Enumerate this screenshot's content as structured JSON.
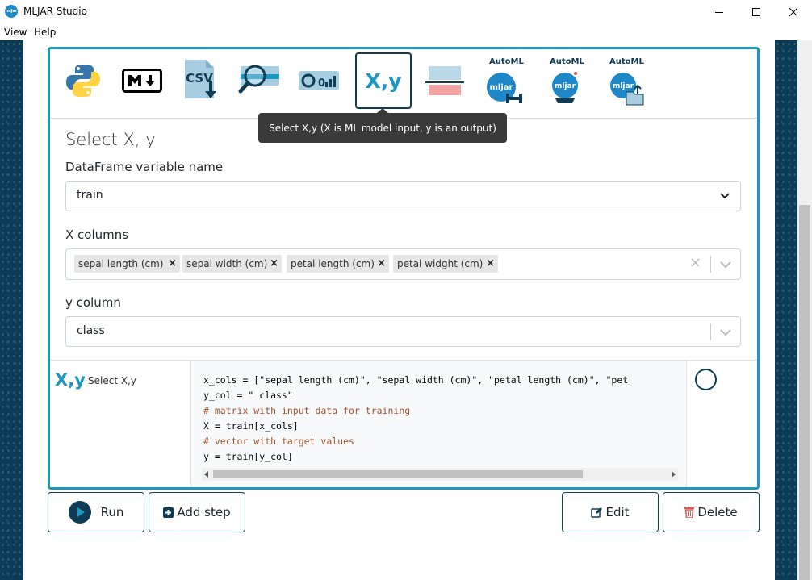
{
  "window": {
    "title": "MLJAR Studio",
    "logo_text": "mljar"
  },
  "menu": {
    "items": [
      "View",
      "Help"
    ]
  },
  "toolbar": {
    "csv_label": "CSV",
    "xy_label": "X,y",
    "automl_label": "AutoML",
    "automl_logo_text": "mljar",
    "tooltip": "Select X,y (X is ML model input, y is an output)"
  },
  "form": {
    "title": "Select X, y",
    "dataframe_label": "DataFrame variable name",
    "dataframe_value": "train",
    "x_columns_label": "X columns",
    "x_columns": [
      "sepal length (cm)",
      "sepal width (cm)",
      "petal length (cm)",
      "petal widght (cm)"
    ],
    "y_column_label": "y column",
    "y_column_value": "class"
  },
  "cell": {
    "icon_text": "X,y",
    "title": "Select X,y",
    "code_lines": [
      {
        "type": "code",
        "text": "x_cols = [\"sepal length (cm)\", \"sepal width (cm)\", \"petal length (cm)\", \"pet"
      },
      {
        "type": "code",
        "text": "y_col = \" class\""
      },
      {
        "type": "comment",
        "text": "# matrix with input data for training"
      },
      {
        "type": "code",
        "text": "X = train[x_cols]"
      },
      {
        "type": "comment",
        "text": "# vector with target values"
      },
      {
        "type": "code",
        "text": "y = train[y_col]"
      }
    ]
  },
  "buttons": {
    "run": "Run",
    "add_step": "Add step",
    "edit": "Edit",
    "delete": "Delete"
  },
  "colors": {
    "accent": "#1c97bf",
    "dark": "#0e3c54",
    "danger": "#e05555",
    "sidebar_bg": "#0c3b57"
  }
}
